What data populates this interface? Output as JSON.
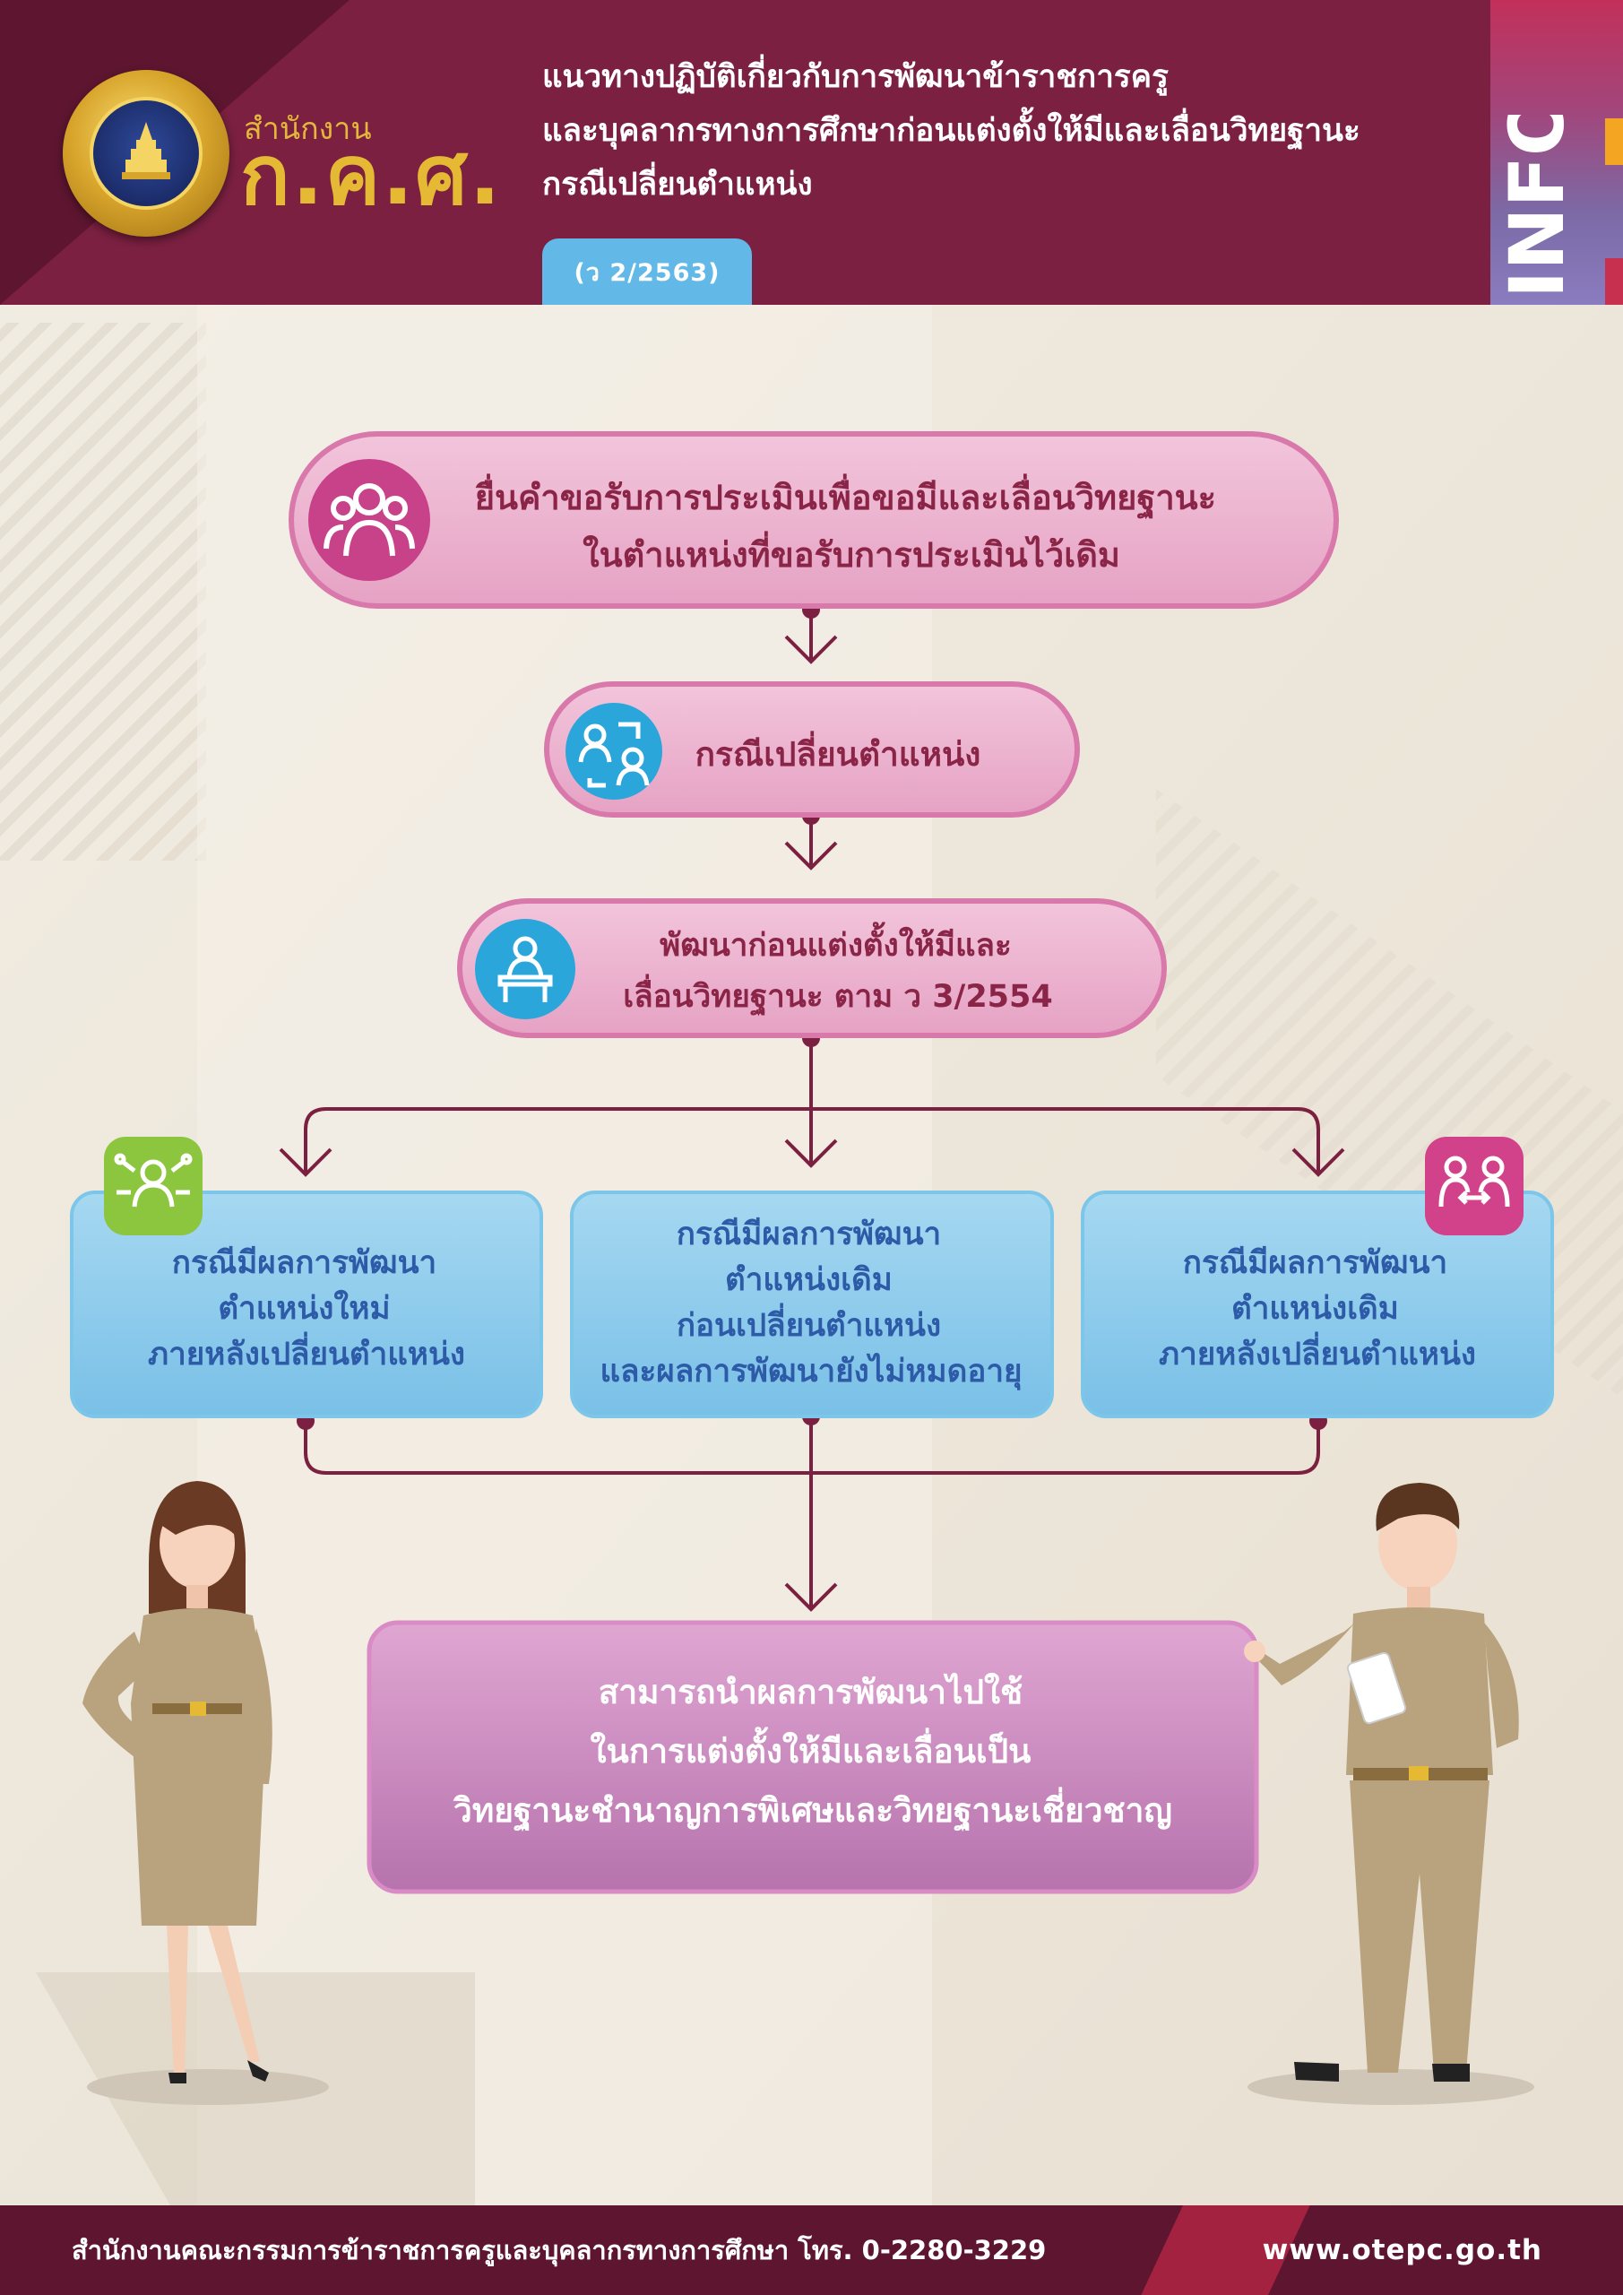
{
  "header": {
    "org_small": "สำนักงาน",
    "org_big": "ก.ค.ศ.",
    "title_lines": [
      "แนวทางปฏิบัติเกี่ยวกับการพัฒนาข้าราชการครู",
      "และบุคลากรทางการศึกษาก่อนแต่งตั้งให้มีและเลื่อนวิทยฐานะ",
      "กรณีเปลี่ยนตำแหน่ง"
    ],
    "doc_no": "(ว 2/2563)",
    "info_label": "INFO"
  },
  "flow": {
    "step1": [
      "ยื่นคำขอรับการประเมินเพื่อขอมีและเลื่อนวิทยฐานะ",
      "ในตำแหน่งที่ขอรับการประเมินไว้เดิม"
    ],
    "step2": [
      "กรณีเปลี่ยนตำแหน่ง"
    ],
    "step3": [
      "พัฒนาก่อนแต่งตั้งให้มีและ",
      "เลื่อนวิทยฐานะ ตาม ว 3/2554"
    ],
    "case_left": [
      "กรณีมีผลการพัฒนา",
      "ตำแหน่งใหม่",
      "ภายหลังเปลี่ยนตำแหน่ง"
    ],
    "case_middle": [
      "กรณีมีผลการพัฒนา",
      "ตำแหน่งเดิม",
      "ก่อนเปลี่ยนตำแหน่ง",
      "และผลการพัฒนายังไม่หมดอายุ"
    ],
    "case_right": [
      "กรณีมีผลการพัฒนา",
      "ตำแหน่งเดิม",
      "ภายหลังเปลี่ยนตำแหน่ง"
    ],
    "result": [
      "สามารถนำผลการพัฒนาไปใช้",
      "ในการแต่งตั้งให้มีและเลื่อนเป็น",
      "วิทยฐานะชำนาญการพิเศษและวิทยฐานะเชี่ยวชาญ"
    ]
  },
  "icons": {
    "step1": "people-group-icon",
    "step2": "people-exchange-icon",
    "step3": "teacher-desk-icon",
    "case_left": "network-person-icon",
    "case_right": "people-transfer-icon"
  },
  "colors": {
    "maroon": "#7b2040",
    "pink_pill": "#e9a9c9",
    "blue_box": "#8ccbec",
    "purple_box": "#c27ab5",
    "gold": "#e6b935"
  },
  "footer": {
    "left": "สำนักงานคณะกรรมการข้าราชการครูและบุคลากรทางการศึกษา โทร. 0-2280-3229",
    "right": "www.otepc.go.th"
  }
}
